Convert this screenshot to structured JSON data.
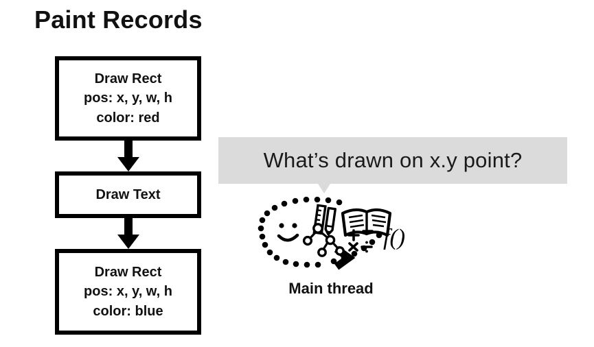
{
  "slide": {
    "title": "Paint Records",
    "background_color": "#ffffff",
    "ink_color": "#000000"
  },
  "paint_records": {
    "box_border_color": "#000000",
    "items": [
      {
        "name": "draw-rect-red",
        "lines": [
          "Draw Rect",
          "pos: x, y, w, h",
          "color: red"
        ]
      },
      {
        "name": "draw-text",
        "lines": [
          "Draw Text"
        ]
      },
      {
        "name": "draw-rect-blue",
        "lines": [
          "Draw Rect",
          "pos: x, y, w, h",
          "color: blue"
        ]
      }
    ],
    "arrows": [
      {
        "name": "arrow-box1-to-box2",
        "direction": "down"
      },
      {
        "name": "arrow-box2-to-box3",
        "direction": "down"
      }
    ]
  },
  "speech": {
    "text": "What’s drawn on x.y point?",
    "background_color": "#dbdbdb",
    "text_color": "#1a1a1a"
  },
  "thread": {
    "label": "Main thread",
    "illustration": {
      "name": "thinking-cloud",
      "elements": [
        "dotted-oval",
        "smiley-face-icon",
        "ruler-icon",
        "pencil-icon",
        "open-book-icon",
        "node-tree-icon",
        "math-operators-icon",
        "function-notation-icon",
        "chevron-arrow-icon"
      ],
      "math_operators": "+ − × ÷",
      "function_notation": "f()"
    }
  }
}
